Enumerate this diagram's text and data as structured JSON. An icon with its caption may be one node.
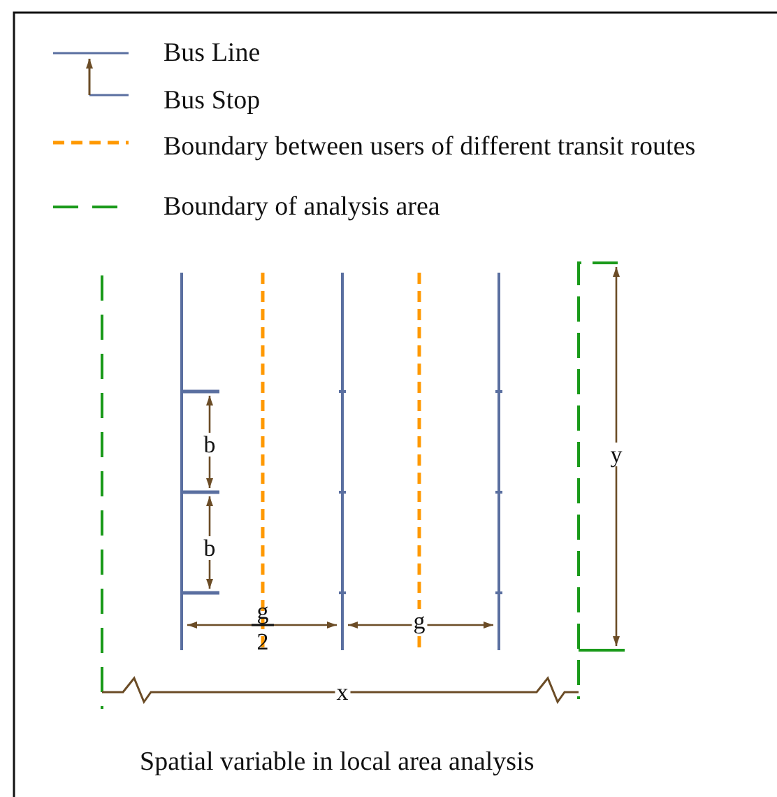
{
  "diagram": {
    "caption": "Spatial variable in local area analysis",
    "labels": [
      "b",
      "b",
      "g",
      "2",
      "g",
      "y",
      "x"
    ],
    "legend": [
      {
        "text": "Bus Line"
      },
      {
        "text": "Bus Stop"
      },
      {
        "text": "Boundary between users of different transit routes"
      },
      {
        "text": "Boundary of analysis area"
      }
    ]
  }
}
